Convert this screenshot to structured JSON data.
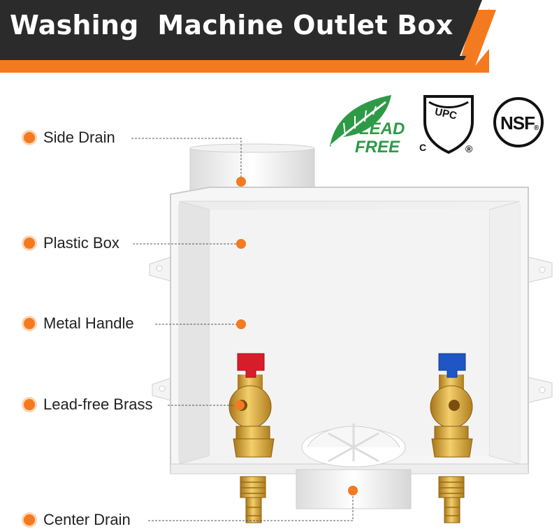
{
  "header": {
    "title": "Washing  Machine Outlet Box"
  },
  "certifications": {
    "lead_free_line1": "LEAD",
    "lead_free_line2": "FREE",
    "upc": "UPC",
    "upc_c": "C",
    "upc_r": "®",
    "nsf": "NSF",
    "nsf_r": "®"
  },
  "callouts": [
    {
      "label": "Side Drain"
    },
    {
      "label": "Plastic Box"
    },
    {
      "label": "Metal Handle"
    },
    {
      "label": "Lead-free Brass"
    },
    {
      "label": "Center Drain"
    }
  ],
  "colors": {
    "accent": "#f47a20",
    "banner": "#2b2b2b",
    "lead_free_green": "#2e9a47",
    "hot_handle": "#d81d2a",
    "cold_handle": "#1f55c4",
    "brass": "#d9a42a"
  },
  "icons": [
    "leaf-icon",
    "upc-shield-icon",
    "nsf-seal-icon",
    "hot-valve-icon",
    "cold-valve-icon"
  ]
}
